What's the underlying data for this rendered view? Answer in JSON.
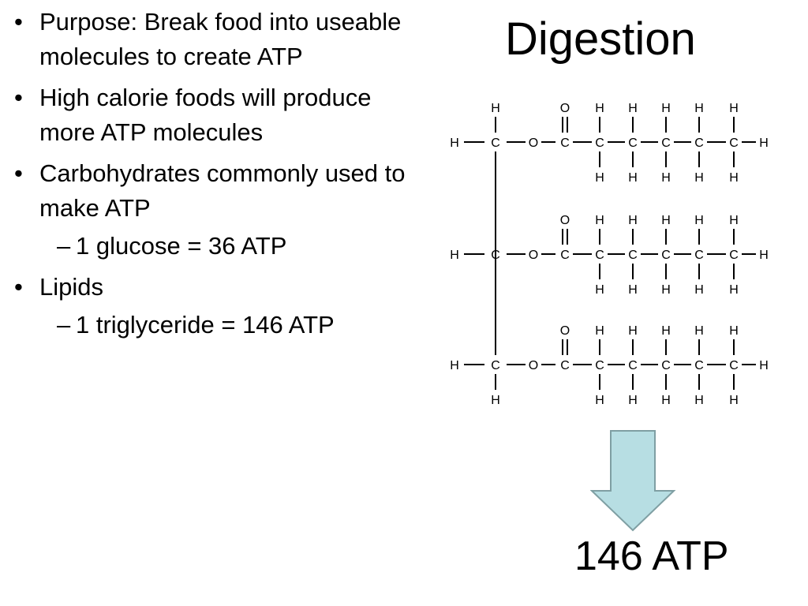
{
  "slide": {
    "title": "Digestion",
    "bullets": [
      {
        "text": "Purpose: Break food into useable molecules to create ATP",
        "level": 1
      },
      {
        "text": "High calorie foods will produce more ATP molecules",
        "level": 1
      },
      {
        "text": "Carbohydrates commonly used to make ATP",
        "level": 1
      },
      {
        "text": "1 glucose = 36 ATP",
        "level": 2
      },
      {
        "text": "Lipids",
        "level": 1
      },
      {
        "text": "1 triglyceride = 146 ATP",
        "level": 2
      }
    ],
    "bullet_mark": "•",
    "sub_mark": "–",
    "result": "146 ATP"
  },
  "molecule": {
    "atoms": {
      "hydrogen": "H",
      "carbon": "C",
      "oxygen": "O"
    }
  },
  "colors": {
    "arrow_fill": "#b7dee3",
    "arrow_stroke": "#7f9fa3"
  }
}
